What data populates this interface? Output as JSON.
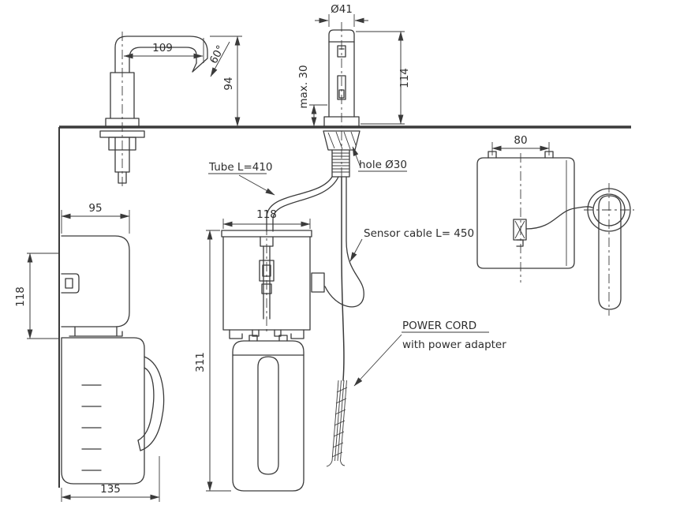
{
  "drawing": {
    "dims": {
      "spout_reach": "109",
      "spout_angle": "60°",
      "spout_height": "94",
      "faucet_diameter": "Ø41",
      "faucet_height": "114",
      "deck_max": "max. 30",
      "top_view_width": "80",
      "side_view_depth": "95",
      "side_view_height": "118",
      "tank_width": "118",
      "tank_bottle_height": "311",
      "jug_width": "135"
    },
    "labels": {
      "tube": "Tube L=410",
      "hole": "hole Ø30",
      "sensor_cable": "Sensor cable L= 450",
      "power_cord_title": "POWER CORD",
      "power_cord_sub": "with power adapter"
    },
    "colors": {
      "line": "#3a3a3a",
      "text": "#2d2d2d",
      "background": "#ffffff"
    }
  }
}
